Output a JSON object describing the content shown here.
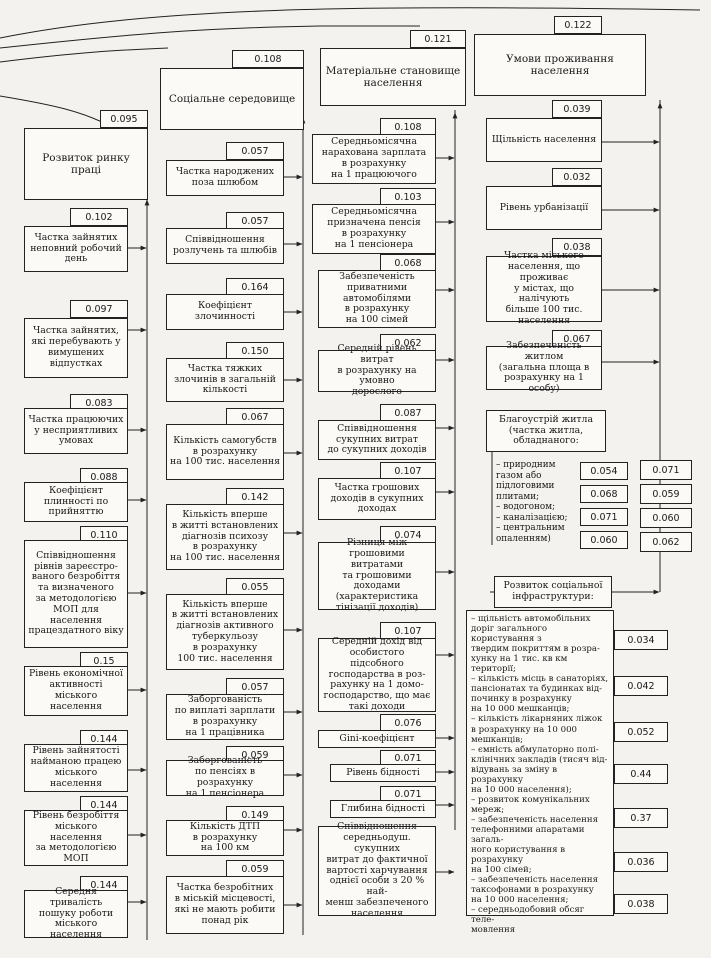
{
  "nodes": {
    "root_top": {
      "weight": "0.122",
      "label": "Умови проживання населення"
    },
    "material": {
      "weight": "0.121",
      "label": "Матеріальне становище\nнаселення"
    },
    "social": {
      "weight": "0.108",
      "label": "Соціальне середовище"
    },
    "labour": {
      "weight": "0.095",
      "label": "Розвиток ринку праці"
    },
    "l1": {
      "weight": "0.102",
      "label": "Частка зайнятих\nнеповний робочий\nдень"
    },
    "l2": {
      "weight": "0.097",
      "label": "Частка зайнятих,\nякі перебувають у\nвимушених\nвідпустках"
    },
    "l3": {
      "weight": "0.083",
      "label": "Частка працюючих\nу несприятливих\nумовах"
    },
    "l4": {
      "weight": "0.088",
      "label": "Коефіцієнт\nплинності по\nприйняттю"
    },
    "l5": {
      "weight": "0.110",
      "label": "Співвідношення\nрівнів зареєстро-\nваного безробіття\nта визначеного\nза методологією\nМОП для населення\nпрацездатного віку"
    },
    "l6": {
      "weight": "0.15",
      "label": "Рівень економічної\nактивності міського\nнаселення"
    },
    "l7": {
      "weight": "0.144",
      "label": "Рівень зайнятості\nнайманою працею\nміського населення"
    },
    "l8": {
      "weight": "0.144",
      "label": "Рівень безробіття\nміського населення\nза методологією\nМОП"
    },
    "l9": {
      "weight": "0.144",
      "label": "Середня тривалість\nпошуку роботи\nміського населення"
    },
    "s1": {
      "weight": "0.057",
      "label": "Частка народжених\nпоза шлюбом"
    },
    "s2": {
      "weight": "0.057",
      "label": "Співвідношення\nрозлучень та шлюбів"
    },
    "s3": {
      "weight": "0.164",
      "label": "Коефіцієнт\nзлочинності"
    },
    "s4": {
      "weight": "0.150",
      "label": "Частка тяжких\nзлочинів в загальній\nкількості"
    },
    "s5": {
      "weight": "0.067",
      "label": "Кількість самогубств\nв розрахунку\nна 100 тис. населення"
    },
    "s6": {
      "weight": "0.142",
      "label": "Кількість вперше\nв житті встановлених\nдіагнозів психозу\nв розрахунку\nна 100 тис. населення"
    },
    "s7": {
      "weight": "0.055",
      "label": "Кількість вперше\nв житті встановлених\nдіагнозів активного\nтуберкульозу\nв розрахунку\n100 тис. населення"
    },
    "s8": {
      "weight": "0.057",
      "label": "Заборгованість\nпо виплаті зарплати\nв розрахунку\nна 1 працівника"
    },
    "s9": {
      "weight": "0.059",
      "label": "Заборгованість\nпо пенсіях в розрахунку\nна 1 пенсіонера"
    },
    "s10": {
      "weight": "0.149",
      "label": "Кількість ДТП\nв розрахунку\nна 100 км"
    },
    "s11": {
      "weight": "0.059",
      "label": "Частка безробітних\nв міській місцевості,\nякі не мають робити\nпонад рік"
    },
    "m1": {
      "weight": "0.108",
      "label": "Середньомісячна\nнарахована зарплата\nв розрахунку\nна 1 працюючого"
    },
    "m2": {
      "weight": "0.103",
      "label": "Середньомісячна\nпризначена пенсія\nв розрахунку\nна 1 пенсіонера"
    },
    "m3": {
      "weight": "0.068",
      "label": "Забезпеченість\nприватними\nавтомобілями\nв розрахунку\nна 100 сімей"
    },
    "m4": {
      "weight": "0.062",
      "label": "Середній рівень витрат\nв розрахунку на умовно\nдорослого"
    },
    "m5": {
      "weight": "0.087",
      "label": "Співвідношення\nсукупних витрат\nдо сукупних доходів"
    },
    "m6": {
      "weight": "0.107",
      "label": "Частка грошових\nдоходів в сукупних\nдоходах"
    },
    "m7": {
      "weight": "0.074",
      "label": "Різниця між\nгрошовими витратами\nта грошовими доходами\n(характеристика\nтінізації доходів)"
    },
    "m8": {
      "weight": "0.107",
      "label": "Середній дохід від\nособистого підсобного\nгосподарства в роз-\nрахунку на 1 домо-\nгосподарство, що має\nтакі доходи"
    },
    "m9": {
      "weight": "0.076",
      "label": "Gini-коефіцієнт"
    },
    "m10": {
      "weight": "0.071",
      "label": "Рівень бідності"
    },
    "m11": {
      "weight": "0.071",
      "label": "Глибина бідності"
    },
    "m12": {
      "label": "Співвідношення\nсередньодуш. сукупних\nвитрат до фактичної\nвартості харчування\nоднієї особи з 20 % най-\nменш забезпеченого\nнаселення"
    },
    "u1": {
      "weight": "0.039",
      "label": "Щільність населення"
    },
    "u2": {
      "weight": "0.032",
      "label": "Рівень урбанізації"
    },
    "u3": {
      "weight": "0.038",
      "label": "Частка міського\nнаселення, що проживає\nу містах, що налічують\nбільше 100 тис.\nнаселення"
    },
    "u4": {
      "weight": "0.067",
      "label": "Забезпеченість житлом\n(загальна площа в\nрозрахунку на 1 особу)"
    },
    "u5": {
      "label": "Благоустрій житла\n(частка житла,\nобладнаного:"
    },
    "u6": {
      "label": "Розвиток соціальної\nінфраструктури:"
    }
  },
  "amenities": {
    "text": "– природним\nгазом або\nпідлоговими\nплитами;\n– водогоном;\n– каналізацією;\n– центральним\nопаленням)",
    "col1": [
      "0.054",
      "0.068",
      "0.071",
      "0.060"
    ],
    "col2": [
      "0.071",
      "0.059",
      "0.060",
      "0.062"
    ]
  },
  "infrastructure": {
    "text": "– щільність автомобільних\nдоріг загального користування з\nтвердим покриттям в розра-\nхунку на 1 тис. кв км території;\n– кількість місць в санаторіях,\nпансіонатах та будинках від-\nпочинку в розрахунку\nна 10 000 мешканців;\n– кількість лікарняних ліжок\nв розрахунку на 10 000 мешканців;\n– ємність абмулаторно полі-\nклінічних закладів (тисяч від-\nвідувань за зміну в розрахунку\nна 10 000 населення);\n– розвиток комунікальних\nмереж;\n– забезпеченість населення\nтелефонними апаратами загаль-\nного користування в розрахунку\nна 100 сімей;\n– забезпеченість населення\nтаксофонами в розрахунку\nна 10 000 населення;\n– середньодобовий обсяг теле-\nмовлення",
    "weights": [
      "0.034",
      "0.042",
      "0.052",
      "0.44",
      "0.37",
      "0.036",
      "0.038"
    ]
  }
}
